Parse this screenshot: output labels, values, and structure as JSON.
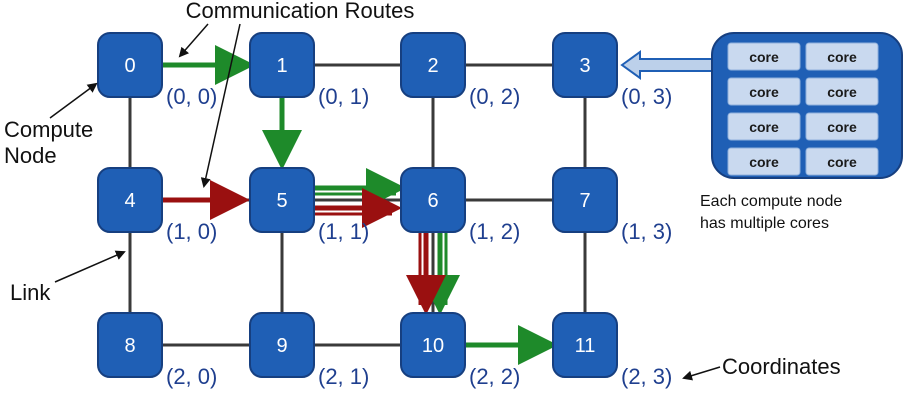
{
  "title": "Communication Routes",
  "annotations": {
    "compute_node_line1": "Compute",
    "compute_node_line2": "Node",
    "link": "Link",
    "coordinates": "Coordinates",
    "caption_line1": "Each compute node",
    "caption_line2": "has multiple cores"
  },
  "nodes": [
    {
      "id": "0",
      "coord": "(0, 0)"
    },
    {
      "id": "1",
      "coord": "(0, 1)"
    },
    {
      "id": "2",
      "coord": "(0, 2)"
    },
    {
      "id": "3",
      "coord": "(0, 3)"
    },
    {
      "id": "4",
      "coord": "(1, 0)"
    },
    {
      "id": "5",
      "coord": "(1, 1)"
    },
    {
      "id": "6",
      "coord": "(1, 2)"
    },
    {
      "id": "7",
      "coord": "(1, 3)"
    },
    {
      "id": "8",
      "coord": "(2, 0)"
    },
    {
      "id": "9",
      "coord": "(2, 1)"
    },
    {
      "id": "10",
      "coord": "(2, 2)"
    },
    {
      "id": "11",
      "coord": "(2, 3)"
    }
  ],
  "cores": [
    "core",
    "core",
    "core",
    "core",
    "core",
    "core",
    "core",
    "core"
  ],
  "colors": {
    "node_fill": "#1f5fb5",
    "node_stroke": "#163f80",
    "link": "#3a3a3a",
    "route_green": "#1e8a2a",
    "route_red": "#9a1010",
    "coord_text": "#1f3f8f",
    "core_panel": "#1f5fb5",
    "core_cell": "#c9d9ef",
    "core_arrow": "#bcd0ea"
  }
}
